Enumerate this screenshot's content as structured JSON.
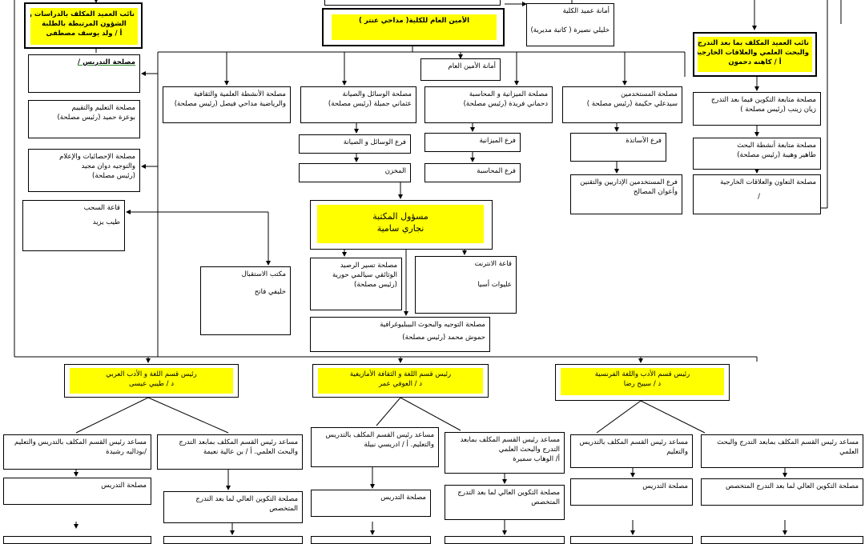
{
  "deputy_studies": {
    "l1": "نائب العميد المكلف بالدراسات و",
    "l2": "الشؤون المرتبطة بالطلبة",
    "l3": "أ / ولد يوسف مصطفى"
  },
  "secretary_general": {
    "l1": "الأمين العام للكلية( مداحي عنتر )"
  },
  "dean_secretariat": {
    "l1": "أمانة عميد الكلية",
    "l2": "خليلي نصيرة ( كاتبة مديرية)"
  },
  "deputy_postgrad": {
    "l1": "نائب العميد المكلف بما بعد التدرج",
    "l2": "والبحث العلمي والعلاقات الخارجية",
    "l3": "أ / كاهنه دحمون"
  },
  "left_services": {
    "teaching": {
      "l1": "مصلحة التدريس /"
    },
    "education": {
      "l1": "مصلحة التعليم والتقييم",
      "l2": "بوعزة حميد (رئيس مصلحة)"
    },
    "statistics": {
      "l1": "مصلحة الإحصائيات والإعلام",
      "l2": "والتوجيه دوان مجيد",
      "l3": "(رئيس مصلحة)"
    },
    "drafts": {
      "l1": "قاعة السحب",
      "l2": "طيب يزيد"
    }
  },
  "sg_secretariat": {
    "l1": "أمانة الأمين العام"
  },
  "sg_services": {
    "activities": {
      "l1": "مصلحة الأنشطة العلمية والثقافية",
      "l2": "والرياضية مداحي فيصل (رئيس مصلحة)"
    },
    "means": {
      "l1": "مصلحة الوسائل والصيانة",
      "l2": "عثماني جميلة (رئيس مصلحة)"
    },
    "budget": {
      "l1": "مصلحة الميزانية و المحاسبة",
      "l2": "دحماني فريدة (رئيس مصلحة)"
    },
    "staff": {
      "l1": "مصلحة المستخدمين",
      "l2": "سيدعلي حكيمة (رئيس مصلحة )"
    }
  },
  "sg_branches": {
    "means_branch": "فرع الوسائل و الصيانة",
    "warehouse": "المخزن",
    "budget_branch": "فرع الميزانية",
    "accounting_branch": "فرع المحاسبة",
    "professors_branch": "فرع الأساتذة",
    "admin_staff_l1": "فرع المستخدمين الإداريين والتقنين",
    "admin_staff_l2": "وأعوان المصالح"
  },
  "right_services": {
    "followup": {
      "l1": "مصلحة متابعة التكوين فيما بعد التدرج",
      "l2": "زيان زينب (رئيس مصلحة )"
    },
    "research": {
      "l1": "مصلحة متابعة أنشطة البحث",
      "l2": "طاهير وهيبة (رئيس مصلحة)"
    },
    "cooperation": {
      "l1": "مصلحة التعاون والعلاقات الخارجية",
      "l2": "/"
    }
  },
  "library": {
    "head": {
      "l1": "مسؤول المكتبة",
      "l2": "نجاري سامية"
    },
    "loans": {
      "l1": "مصلحة تسير الرصيد",
      "l2": "الوثائقي سيالمي حورية",
      "l3": "(رئيس مصلحة)"
    },
    "internet": {
      "l1": "قاعة الانترنت",
      "l2": "عليوات أسيا"
    },
    "guidance": {
      "l1": "مصلحة التوجيه والبحوث البيبليوغرافية",
      "l2": "حموش محمد (رئيس مصلحة)"
    },
    "reception": {
      "l1": "مكتب الاستقبال",
      "l2": "خليفي فاتح"
    }
  },
  "departments": {
    "arabic": {
      "head": {
        "l1": "رئيس قسم اللغة و الأدب العربي",
        "l2": "د / طيبي عيسى"
      },
      "asst_teaching": {
        "l1": "مساعد رئيس القسم المكلف بالتدريس والتعليم",
        "l2": "/بوداليه رشيدة"
      },
      "asst_postgrad": {
        "l1": "مساعد رئيس القسم المكلف بمابعد التدرج",
        "l2": "والبحث العلمي. أ / بن عالية نعيمة"
      },
      "svc_teaching": "مصلحة التدريس",
      "svc_postgrad": {
        "l1": "مصلحة التكوين العالي لما بعد التدرج",
        "l2": "المتخصص"
      }
    },
    "amazigh": {
      "head": {
        "l1": "رئيس قسم اللغة و الثقافة الأمازيغية",
        "l2": "د / العوفي عمر"
      },
      "asst_teaching": {
        "l1": "مساعد رئيس القسم المكلف بالتدريس",
        "l2": "والتعليم. أ / ادريسي نبيلة"
      },
      "asst_postgrad": {
        "l1": "مساعد رئيس القسم المكلف بمابعد",
        "l2": "التدرج والبحث العلمي",
        "l3": "أ/ الوهاب سميرة"
      },
      "svc_teaching": "مصلحة التدريس",
      "svc_postgrad": {
        "l1": "مصلحة التكوين العالي لما بعد التدرج",
        "l2": "المتخصص"
      }
    },
    "french": {
      "head": {
        "l1": "رئيس قسم الأدب واللغة الفرنسية",
        "l2": "د / سييح رضا"
      },
      "asst_teaching": {
        "l1": "مساعد رئيس القسم المكلف بالتدريس",
        "l2": "والتعليم"
      },
      "asst_postgrad": {
        "l1": "مساعد رئيس القسم المكلف بمابعد التدرج والبحث",
        "l2": "العلمي"
      },
      "svc_teaching": "مصلحة التدريس",
      "svc_postgrad": {
        "l1": "مصلحة التكوين العالي لما بعد التدرج المتخصص"
      }
    }
  }
}
